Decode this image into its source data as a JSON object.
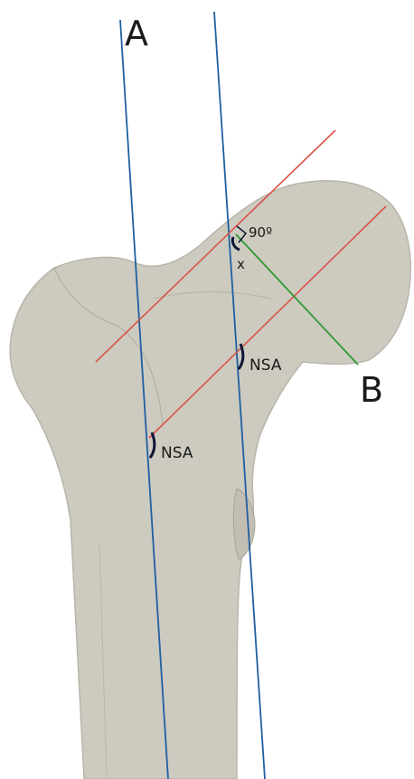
{
  "figure": {
    "labels": {
      "axis_a": "A",
      "axis_b": "B",
      "right_angle": "90º",
      "offset": "x",
      "nsa_upper": "NSA",
      "nsa_lower": "NSA"
    },
    "colors": {
      "bone_fill": "#cdcac0",
      "bone_edge": "#b9b5aa",
      "bone_shadow": "#a9a599",
      "shaft_axis_lines": "#1f5fa0",
      "neck_axis_lines": "#d9534a",
      "offset_line": "#2f9a2f",
      "angle_marks": "#0d1633",
      "text": "#1a1a1a"
    }
  }
}
